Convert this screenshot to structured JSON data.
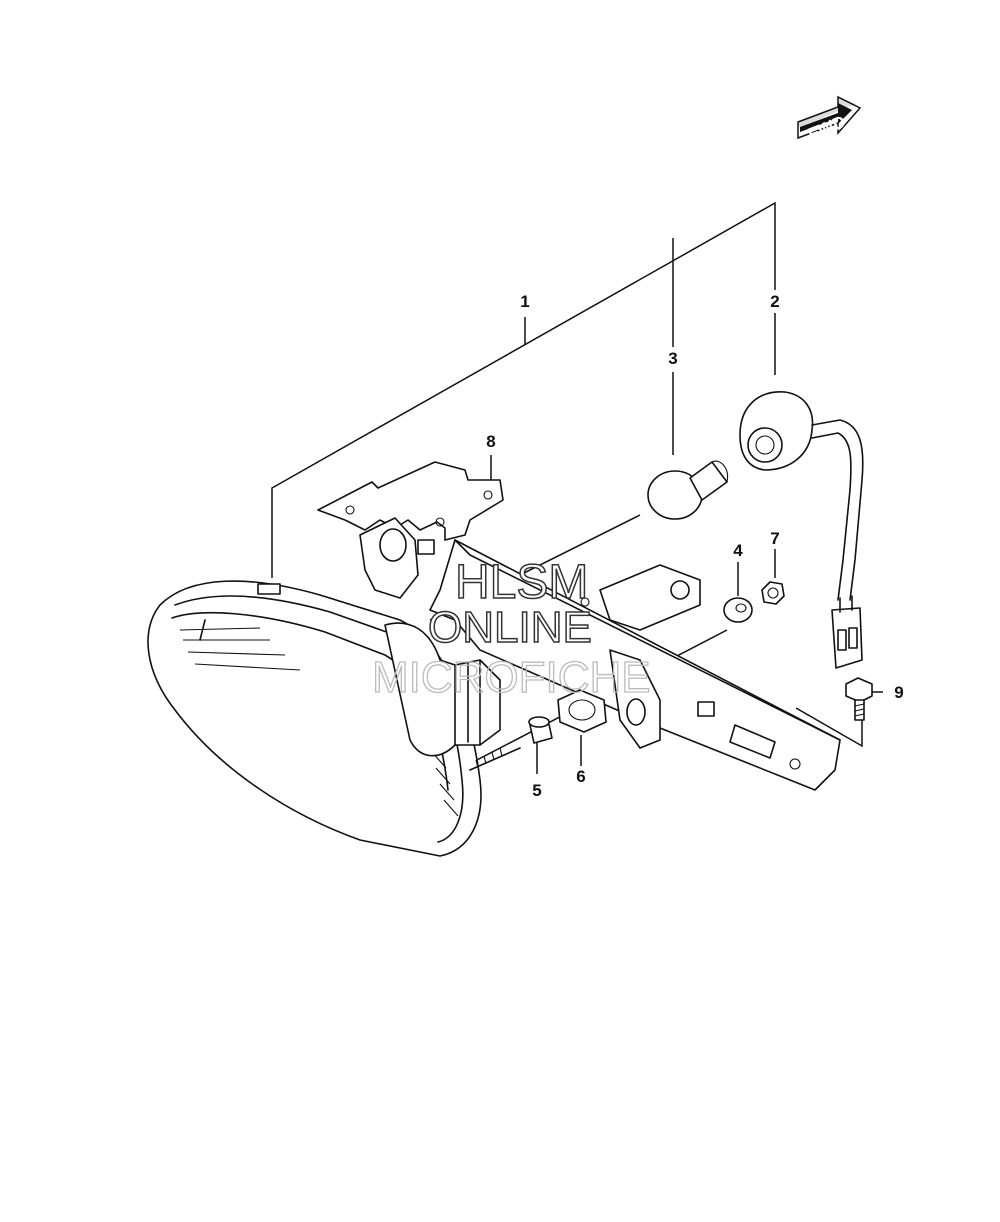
{
  "direction_label": "FWD",
  "watermark": {
    "line1": "HLSM",
    "line2": "ONLINE",
    "line3": "MICROFICHE"
  },
  "callouts": [
    "1",
    "2",
    "3",
    "4",
    "5",
    "6",
    "7",
    "8",
    "9"
  ]
}
